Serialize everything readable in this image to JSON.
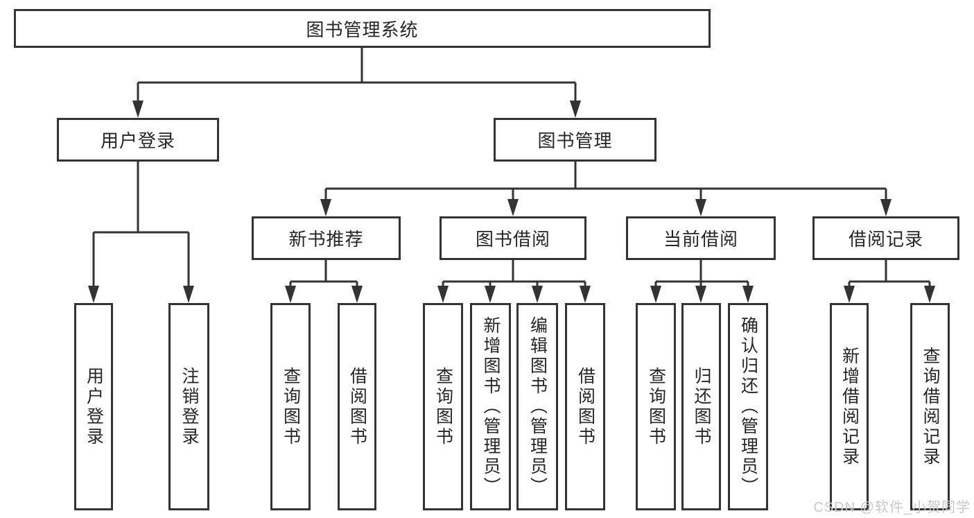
{
  "colors": {
    "line": "#333333",
    "text": "#262626",
    "boxbg": "#ffffff",
    "watermark": "#c9c9c9"
  },
  "watermark": "CSDN @软件_小贺同学",
  "tree": {
    "label": "图书管理系统",
    "children": [
      {
        "label": "用户登录",
        "children": [
          {
            "label": "用户登录"
          },
          {
            "label": "注销登录"
          }
        ]
      },
      {
        "label": "图书管理",
        "children": [
          {
            "label": "新书推荐",
            "children": [
              {
                "label": "查询图书"
              },
              {
                "label": "借阅图书"
              }
            ]
          },
          {
            "label": "图书借阅",
            "children": [
              {
                "label": "查询图书"
              },
              {
                "label": "新增图书（管理员）"
              },
              {
                "label": "编辑图书（管理员）"
              },
              {
                "label": "借阅图书"
              }
            ]
          },
          {
            "label": "当前借阅",
            "children": [
              {
                "label": "查询图书"
              },
              {
                "label": "归还图书"
              },
              {
                "label": "确认归还（管理员）"
              }
            ]
          },
          {
            "label": "借阅记录",
            "children": [
              {
                "label": "新增借阅记录"
              },
              {
                "label": "查询借阅记录"
              }
            ]
          }
        ]
      }
    ]
  }
}
